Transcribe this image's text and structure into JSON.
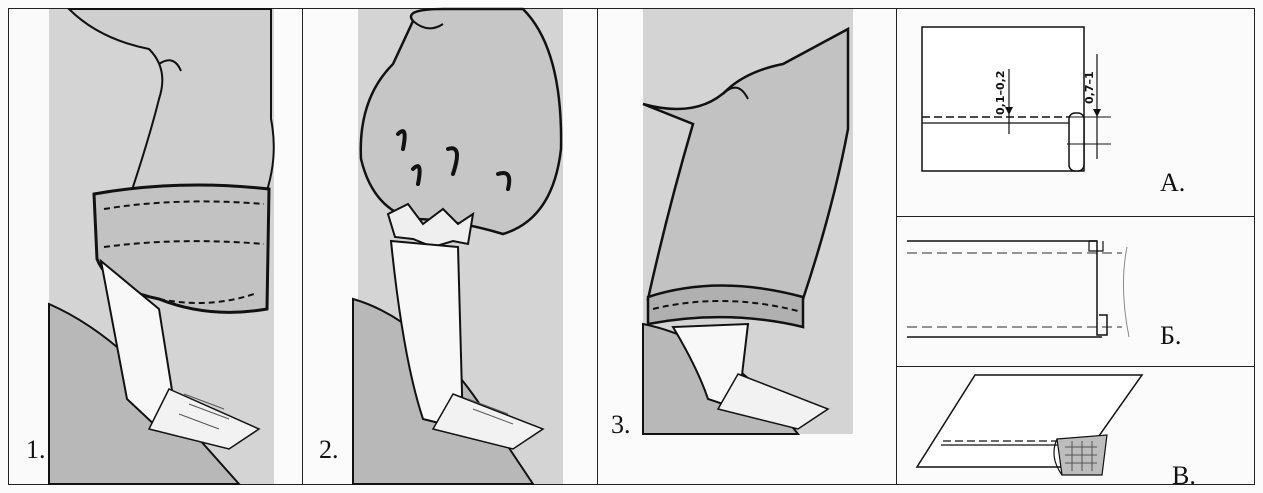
{
  "figure": {
    "panels": [
      {
        "id": "p1",
        "label": "1."
      },
      {
        "id": "p2",
        "label": "2."
      },
      {
        "id": "p3",
        "label": "3."
      }
    ],
    "details": [
      {
        "id": "A",
        "label": "А.",
        "dim_left": "0,1–0,2",
        "dim_right": "0,7–1"
      },
      {
        "id": "B",
        "label": "Б."
      },
      {
        "id": "V",
        "label": "В."
      }
    ]
  }
}
